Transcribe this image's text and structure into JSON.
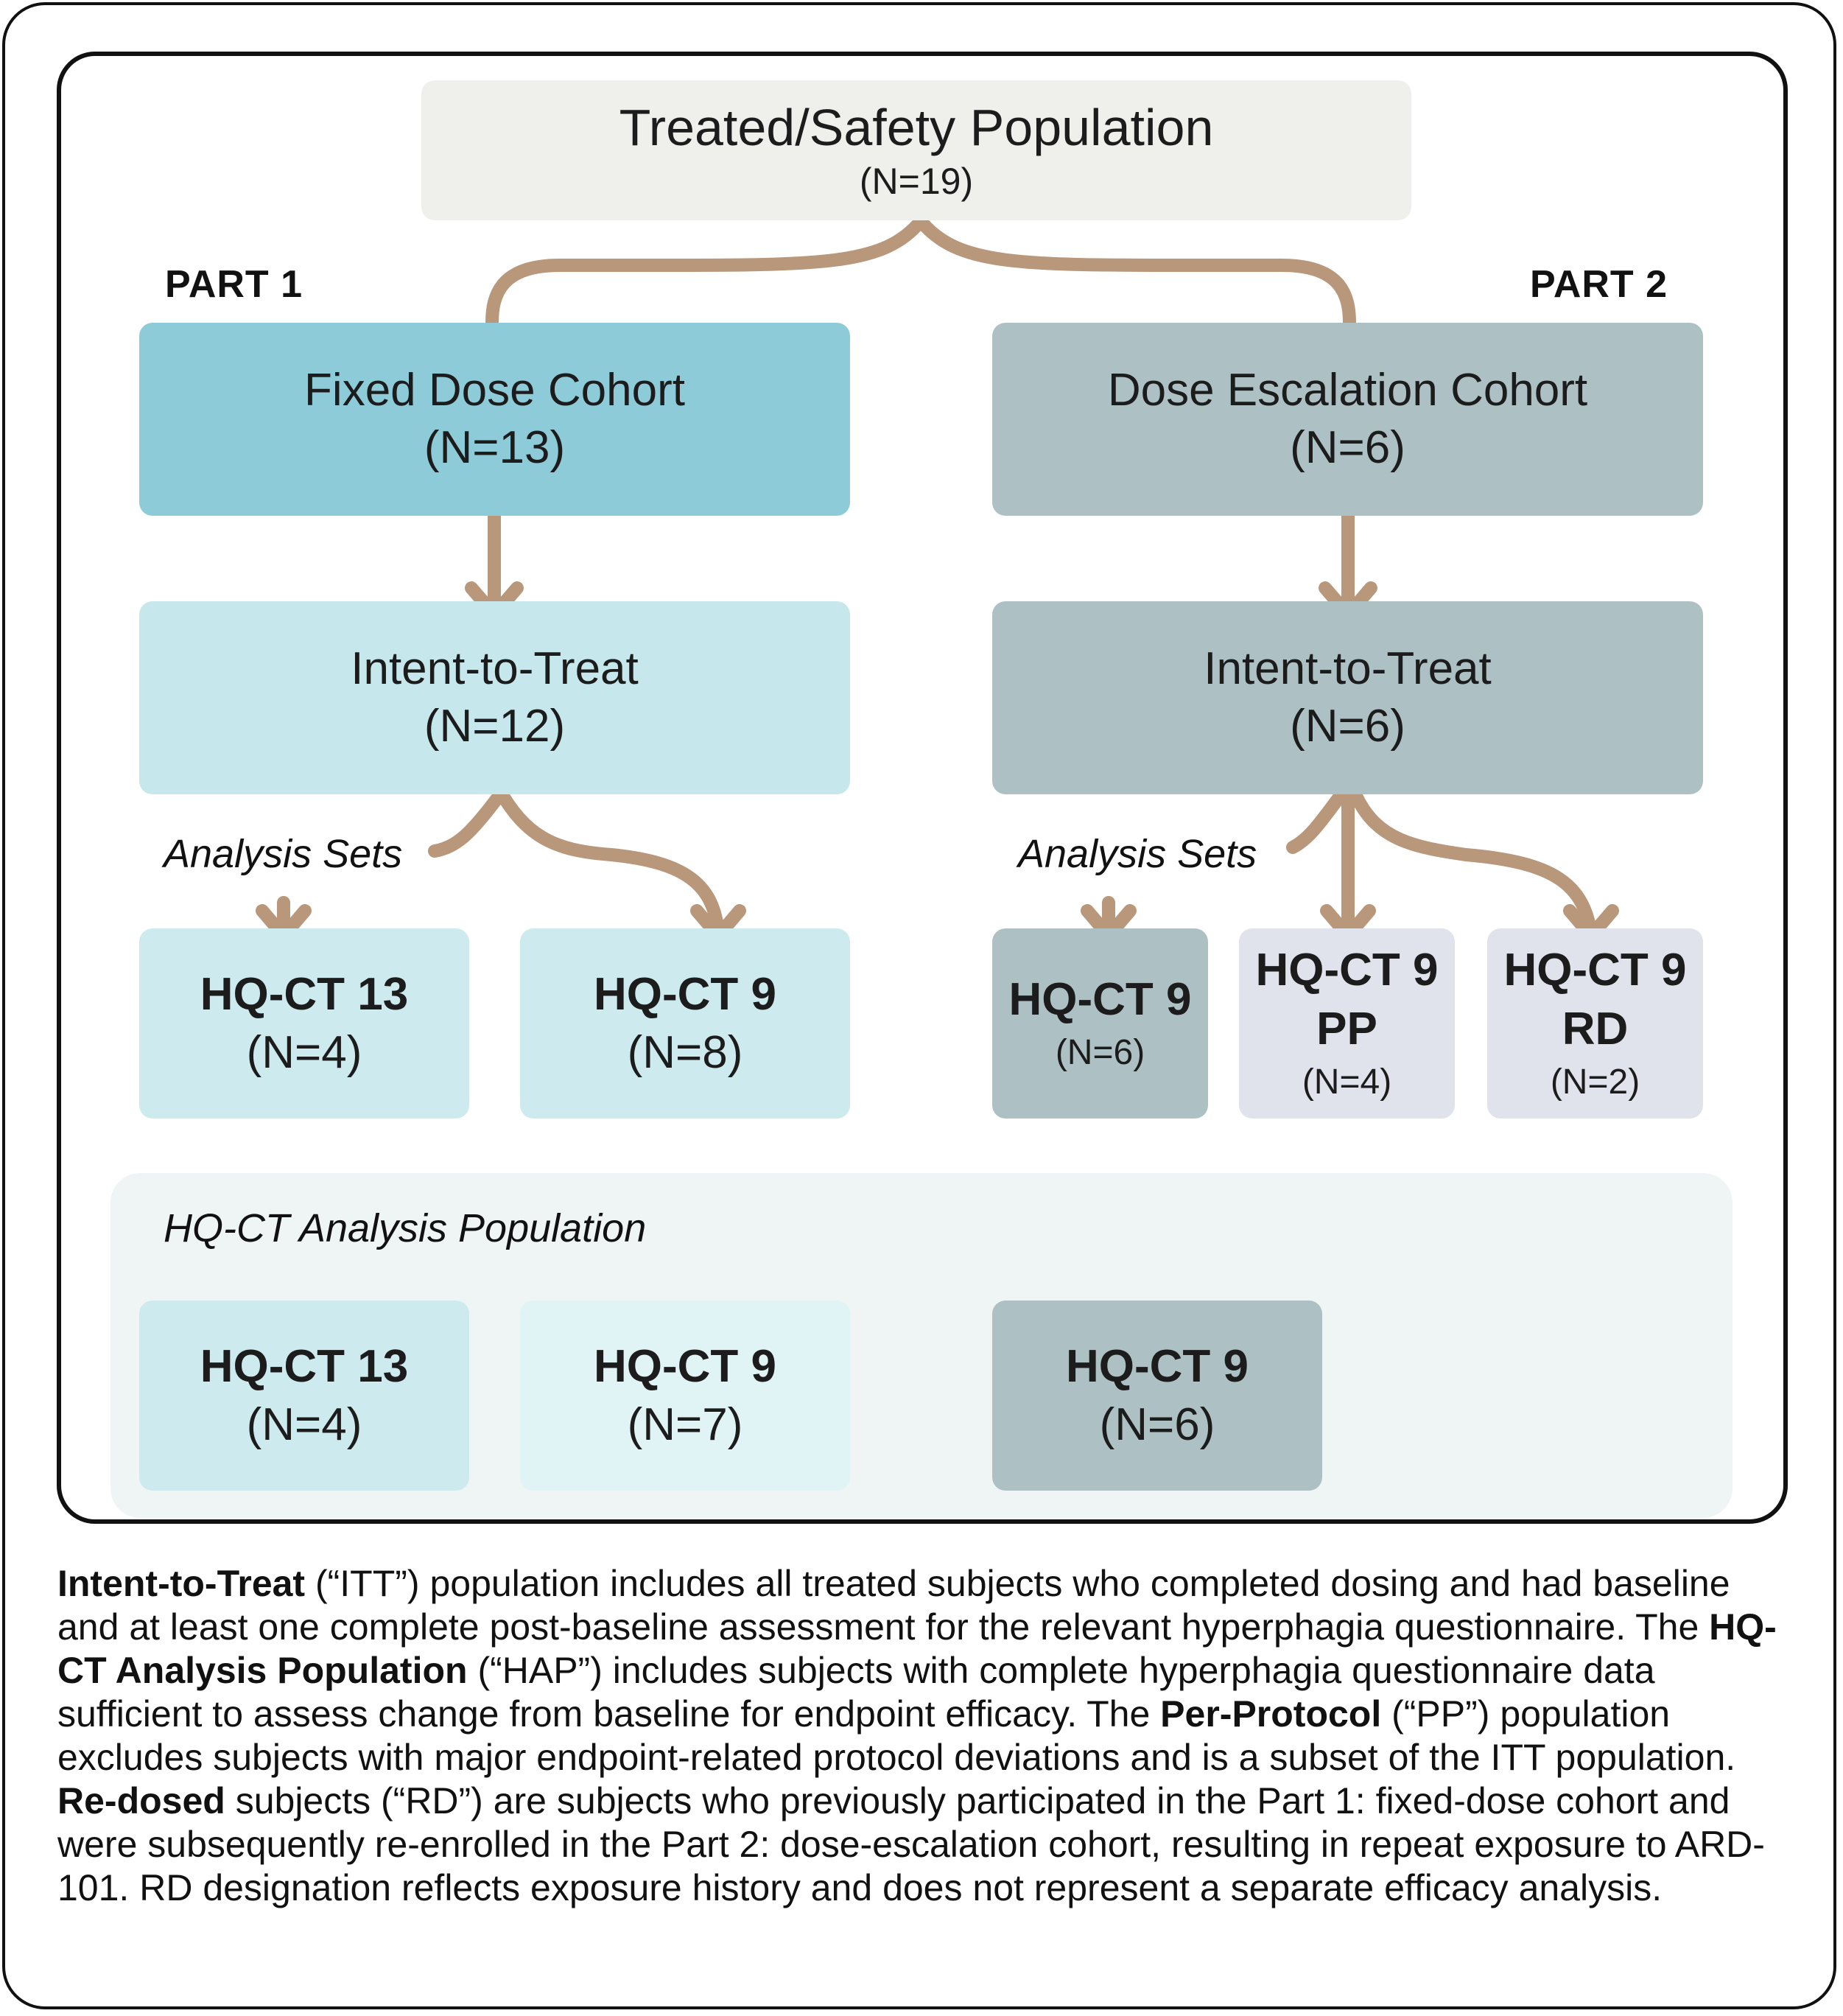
{
  "top": {
    "title": "Treated/Safety Population",
    "n": "(N=19)"
  },
  "part1": {
    "label": "PART 1",
    "cohort": {
      "title": "Fixed Dose Cohort",
      "n": "(N=13)"
    },
    "itt": {
      "title": "Intent-to-Treat",
      "n": "(N=12)"
    },
    "analysis_label": "Analysis Sets",
    "sets": [
      {
        "title": "HQ-CT 13",
        "n": "(N=4)"
      },
      {
        "title": "HQ-CT 9",
        "n": "(N=8)"
      }
    ]
  },
  "part2": {
    "label": "PART 2",
    "cohort": {
      "title": "Dose Escalation Cohort",
      "n": "(N=6)"
    },
    "itt": {
      "title": "Intent-to-Treat",
      "n": "(N=6)"
    },
    "analysis_label": "Analysis Sets",
    "sets": [
      {
        "title": "HQ-CT 9",
        "n": "(N=6)"
      },
      {
        "title": "HQ-CT 9",
        "sub": "PP",
        "n": "(N=4)"
      },
      {
        "title": "HQ-CT 9",
        "sub": "RD",
        "n": "(N=2)"
      }
    ]
  },
  "hap": {
    "label": "HQ-CT Analysis Population",
    "boxes": [
      {
        "title": "HQ-CT 13",
        "n": "(N=4)"
      },
      {
        "title": "HQ-CT 9",
        "n": "(N=7)"
      },
      {
        "title": "HQ-CT 9",
        "n": "(N=6)"
      }
    ]
  },
  "footnote": {
    "itt_term": "Intent-to-Treat",
    "itt_text": " (“ITT”) population includes all treated subjects who completed dosing and had baseline and at least one complete post-baseline assessment for the relevant hyperphagia questionnaire. The ",
    "hap_term": "HQ-CT Analysis Population",
    "hap_text": " (“HAP”) includes subjects with complete hyperphagia questionnaire data sufficient to assess change from baseline for endpoint efficacy. The ",
    "pp_term": "Per-Protocol",
    "pp_text": " (“PP”) population excludes subjects with major endpoint-related protocol deviations and is a subset of the ITT population. ",
    "rd_term": "Re-dosed",
    "rd_text": " subjects (“RD”) are subjects who previously participated in the Part 1: fixed-dose cohort and were subsequently re-enrolled in the Part 2: dose-escalation cohort, resulting in repeat exposure to ARD-101. RD designation reflects exposure history and does not represent a separate efficacy analysis."
  },
  "colors": {
    "arrow": "#b8977a",
    "top_box": "#efefec",
    "fixed_cohort": "#8ecbd9",
    "fixed_itt": "#c6e8ec",
    "fixed_sets": "#cdebef",
    "escalation": "#adc1c5",
    "pp_rd_sets": "#e0e2ec",
    "hap_bg": "#eff5f5",
    "hap_9_part1": "#e0f3f5"
  }
}
